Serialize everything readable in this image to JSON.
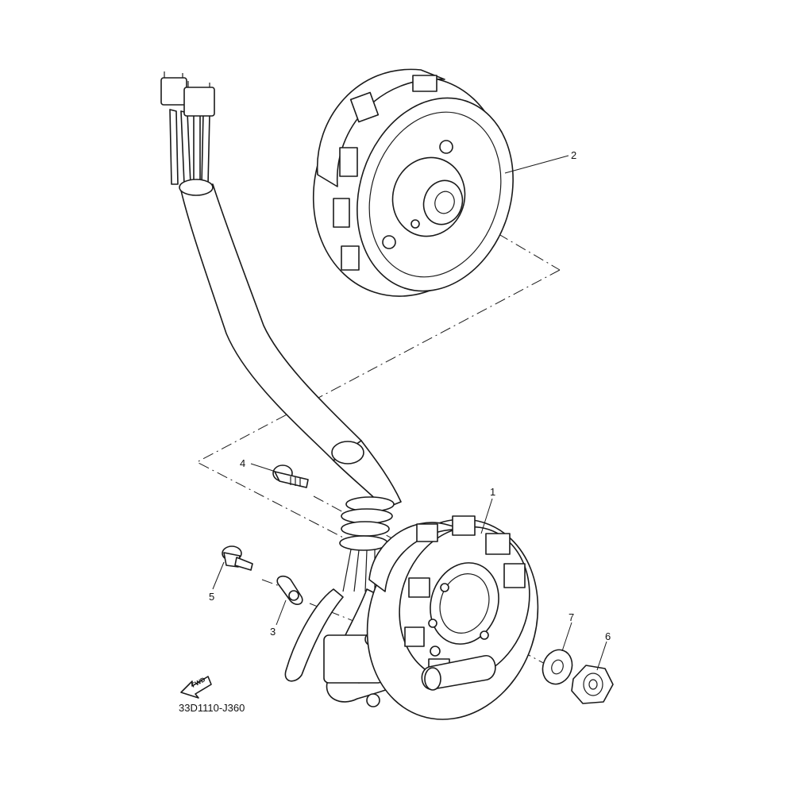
{
  "diagram_code": "33D1110-J360",
  "fwd_label": "FWD",
  "callouts": [
    {
      "label": "1"
    },
    {
      "label": "2"
    },
    {
      "label": "3"
    },
    {
      "label": "4"
    },
    {
      "label": "5"
    },
    {
      "label": "6"
    },
    {
      "label": "7"
    }
  ],
  "colors": {
    "line": "#1a1a1a",
    "background": "#ffffff"
  }
}
